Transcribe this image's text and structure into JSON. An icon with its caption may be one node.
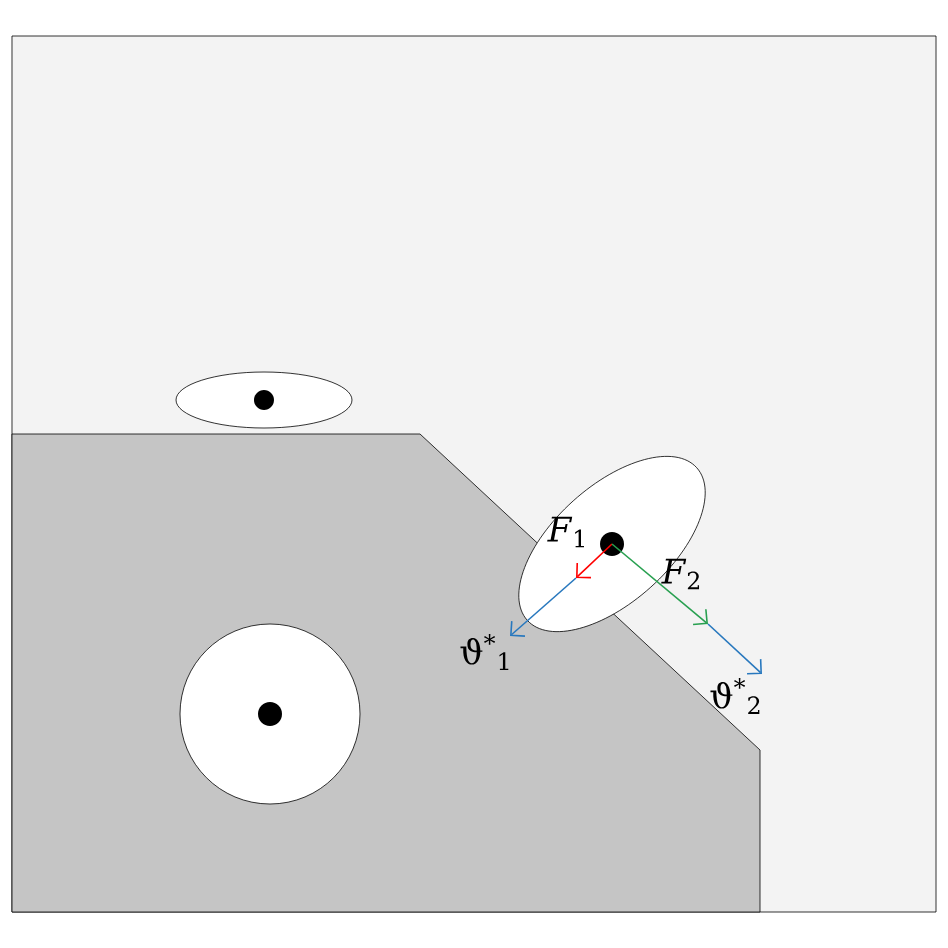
{
  "diagram": {
    "labels": [
      "*F*$_{1}$",
      "*F*$_{2}$",
      "ϑ$^{*}$$_{1}$",
      "ϑ$^{*}$$_{2}$"
    ]
  }
}
